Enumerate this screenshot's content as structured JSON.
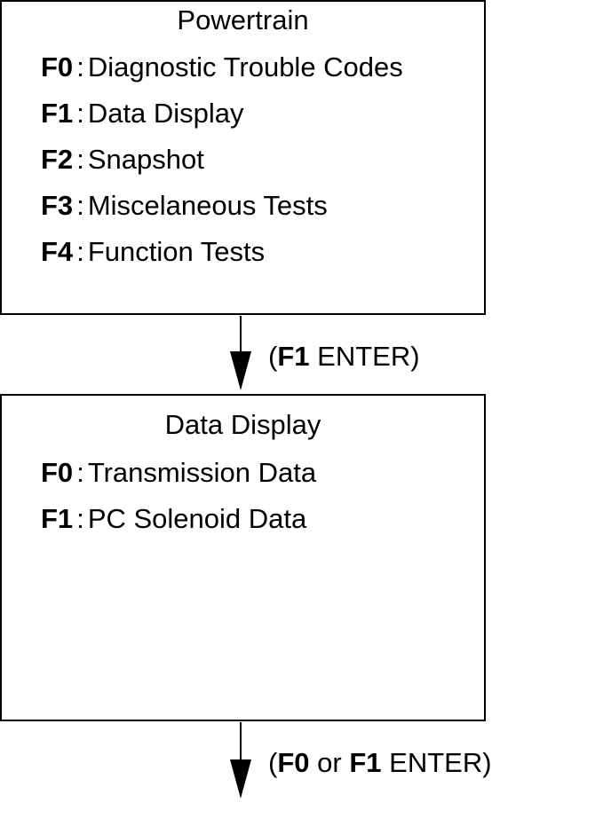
{
  "powertrain": {
    "title": "Powertrain",
    "items": [
      {
        "key": "F0",
        "label": "Diagnostic Trouble Codes"
      },
      {
        "key": "F1",
        "label": "Data Display"
      },
      {
        "key": "F2",
        "label": "Snapshot"
      },
      {
        "key": "F3",
        "label": "Miscelaneous Tests"
      },
      {
        "key": "F4",
        "label": "Function Tests"
      }
    ]
  },
  "transition_1": {
    "open": "(",
    "key": "F1",
    "action": "ENTER",
    "close": ")"
  },
  "data_display": {
    "title": "Data Display",
    "items": [
      {
        "key": "F0",
        "label": "Transmission Data"
      },
      {
        "key": "F1",
        "label": "PC Solenoid Data"
      }
    ]
  },
  "transition_2": {
    "open": "(",
    "key_a": "F0",
    "conj": "or",
    "key_b": "F1",
    "action": "ENTER",
    "close": ")"
  },
  "separator": ":"
}
